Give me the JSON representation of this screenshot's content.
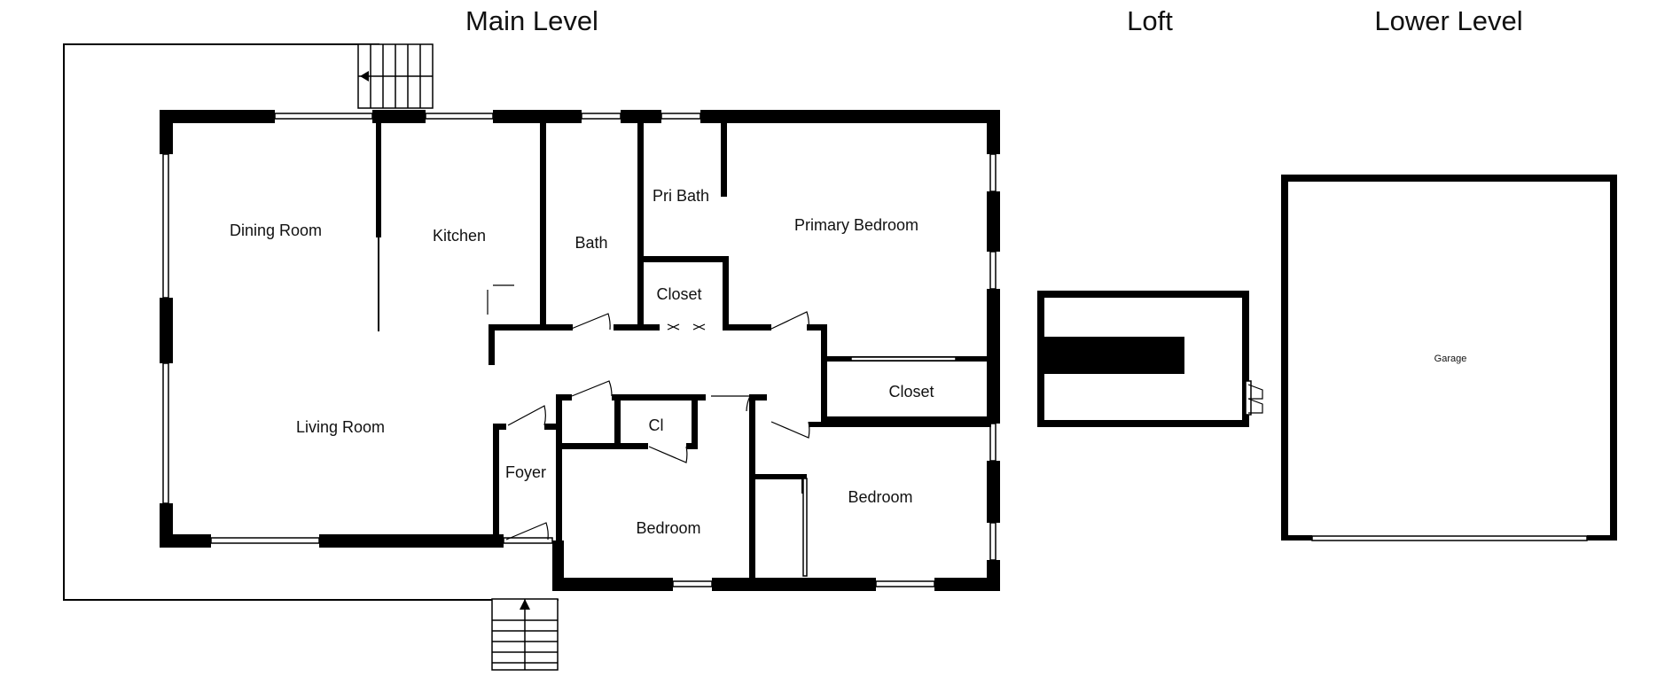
{
  "levels": {
    "main": "Main Level",
    "loft": "Loft",
    "lower": "Lower Level"
  },
  "rooms": {
    "dining_room": "Dining Room",
    "kitchen": "Kitchen",
    "bath": "Bath",
    "pri_bath": "Pri Bath",
    "primary_bedroom": "Primary Bedroom",
    "closet_upper": "Closet",
    "closet_right": "Closet",
    "living_room": "Living Room",
    "cl": "Cl",
    "foyer": "Foyer",
    "bedroom_center": "Bedroom",
    "bedroom_right": "Bedroom",
    "garage": "Garage"
  }
}
